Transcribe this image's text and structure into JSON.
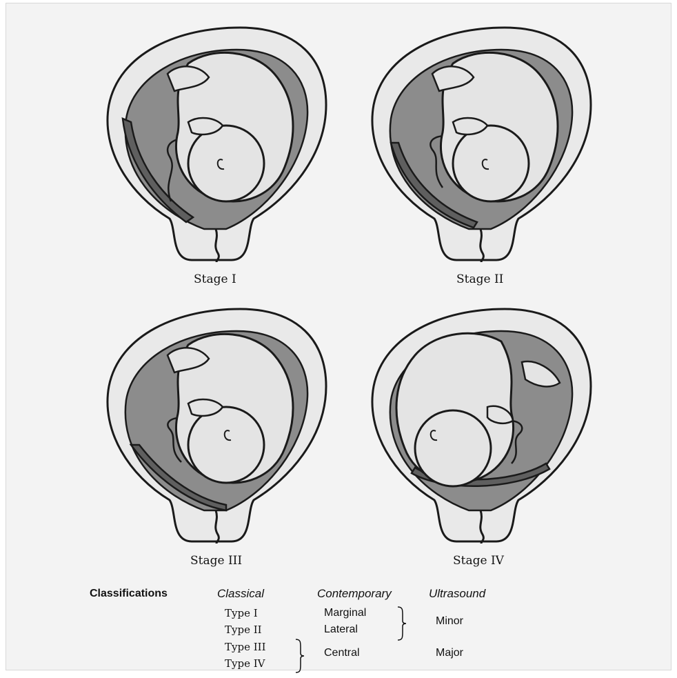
{
  "colors": {
    "background": "#f3f3f3",
    "uterus_wall": "#e9e9e9",
    "amniotic_fluid": "#8c8c8c",
    "fetus": "#e4e4e4",
    "placenta": "#5f5f5f",
    "outline": "#1a1a1a"
  },
  "stages": [
    {
      "label": "Stage I",
      "placenta": "upper-lateral"
    },
    {
      "label": "Stage II",
      "placenta": "lateral-low"
    },
    {
      "label": "Stage III",
      "placenta": "low-reaching-os"
    },
    {
      "label": "Stage IV",
      "placenta": "central-over-os"
    }
  ],
  "classifications": {
    "title": "Classifications",
    "headers": {
      "classical": "Classical",
      "contemporary": "Contemporary",
      "ultrasound": "Ultrasound"
    },
    "classical": [
      "Type I",
      "Type II",
      "Type III",
      "Type IV"
    ],
    "contemporary": [
      "Marginal",
      "Lateral",
      "Central"
    ],
    "ultrasound": [
      "Minor",
      "Major"
    ]
  }
}
